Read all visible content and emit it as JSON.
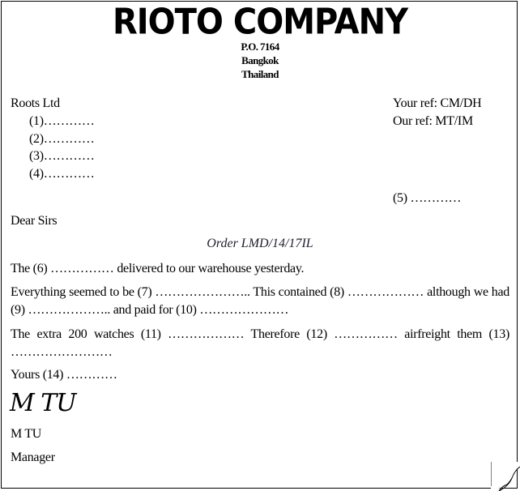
{
  "letterhead": {
    "company_name": "RIOTO COMPANY",
    "address_line1": "P.O. 7164",
    "address_line2": "Bangkok",
    "address_line3": "Thailand"
  },
  "recipient": {
    "name": "Roots Ltd",
    "lines": [
      "(1)…………",
      "(2)…………",
      "(3)…………",
      "(4)…………"
    ]
  },
  "references": {
    "your_ref": "Your ref:  CM/DH",
    "our_ref": "Our ref: MT/IM"
  },
  "date_blank": "(5) …………",
  "salutation": "Dear  Sirs",
  "subject": "Order LMD/14/17IL",
  "paragraphs": [
    "The (6) …………… delivered to our warehouse yesterday.",
    "Everything seemed to be (7) ………………….. This contained (8) ……………… although we had (9) ……………….. and paid for (10) …………………",
    "The extra 200 watches (11) ……………… Therefore (12) …………… airfreight them (13) ……………………"
  ],
  "closing": "Yours (14) …………",
  "signature": "M TU",
  "signer_name": "M TU",
  "signer_title": "Manager"
}
